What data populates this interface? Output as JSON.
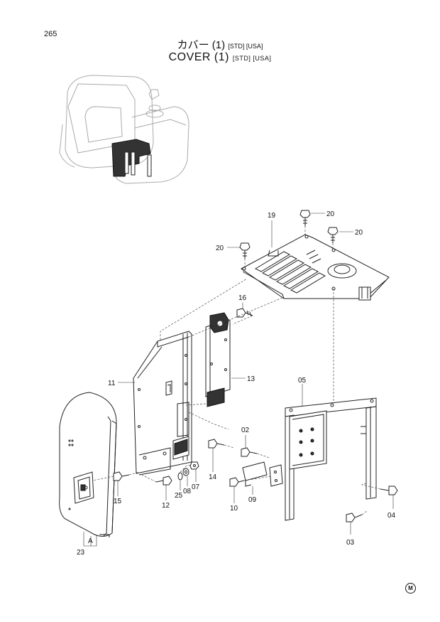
{
  "page": {
    "number": "265",
    "mark": "M"
  },
  "title": {
    "ja": "カバー (1)",
    "en": "COVER (1)",
    "tags": "[STD] [USA]"
  },
  "parts": {
    "p19": "19",
    "p20a": "20",
    "p20b": "20",
    "p20c": "20",
    "p16": "16",
    "p13": "13",
    "p11": "11",
    "p05": "05",
    "p02": "02",
    "p14": "14",
    "p09": "09",
    "p10": "10",
    "p07": "07",
    "p08": "08",
    "p25": "25",
    "p12": "12",
    "p15": "15",
    "p23": "23",
    "pA": "A",
    "p04": "04",
    "p03": "03"
  }
}
